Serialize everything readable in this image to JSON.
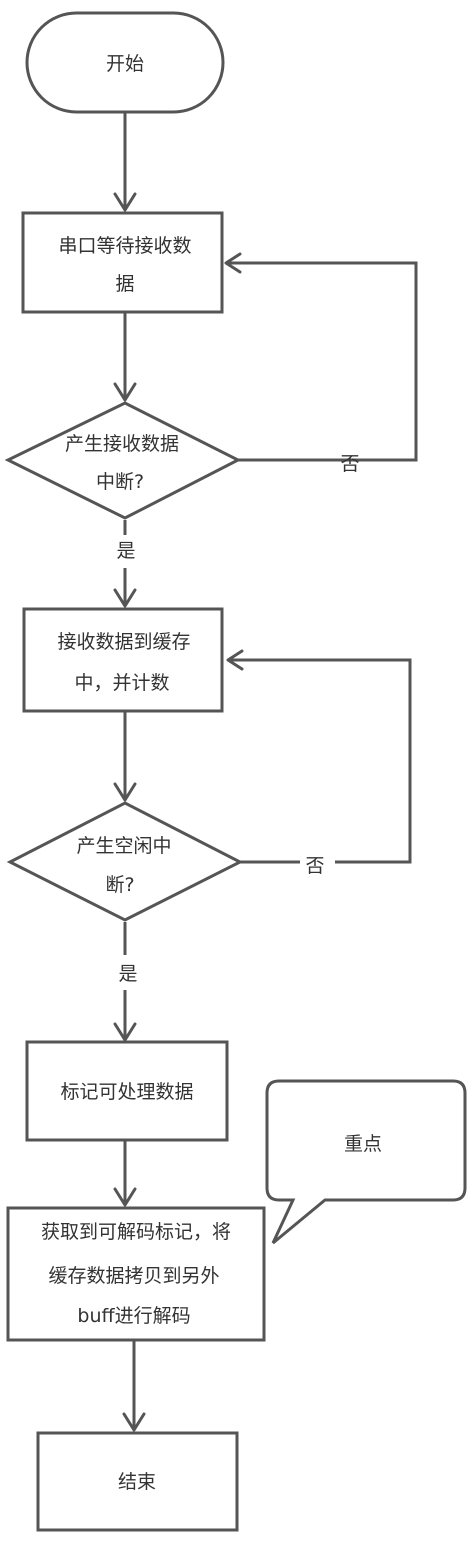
{
  "nodes": {
    "start": "开始",
    "wait_serial": [
      "串口等待接收数",
      "据"
    ],
    "rx_interrupt": [
      "产生接收数据",
      "中断?"
    ],
    "rx_buffer": [
      "接收数据到缓存",
      "中，并计数"
    ],
    "idle_interrupt": [
      "产生空闲中",
      "断?"
    ],
    "mark_ready": "标记可处理数据",
    "copy_decode": [
      "获取到可解码标记，将",
      "缓存数据拷贝到另外",
      "buff进行解码"
    ],
    "end": "结束"
  },
  "callout": "重点",
  "edges": {
    "rx_no": "否",
    "rx_yes": "是",
    "idle_no": "否",
    "idle_yes": "是"
  }
}
